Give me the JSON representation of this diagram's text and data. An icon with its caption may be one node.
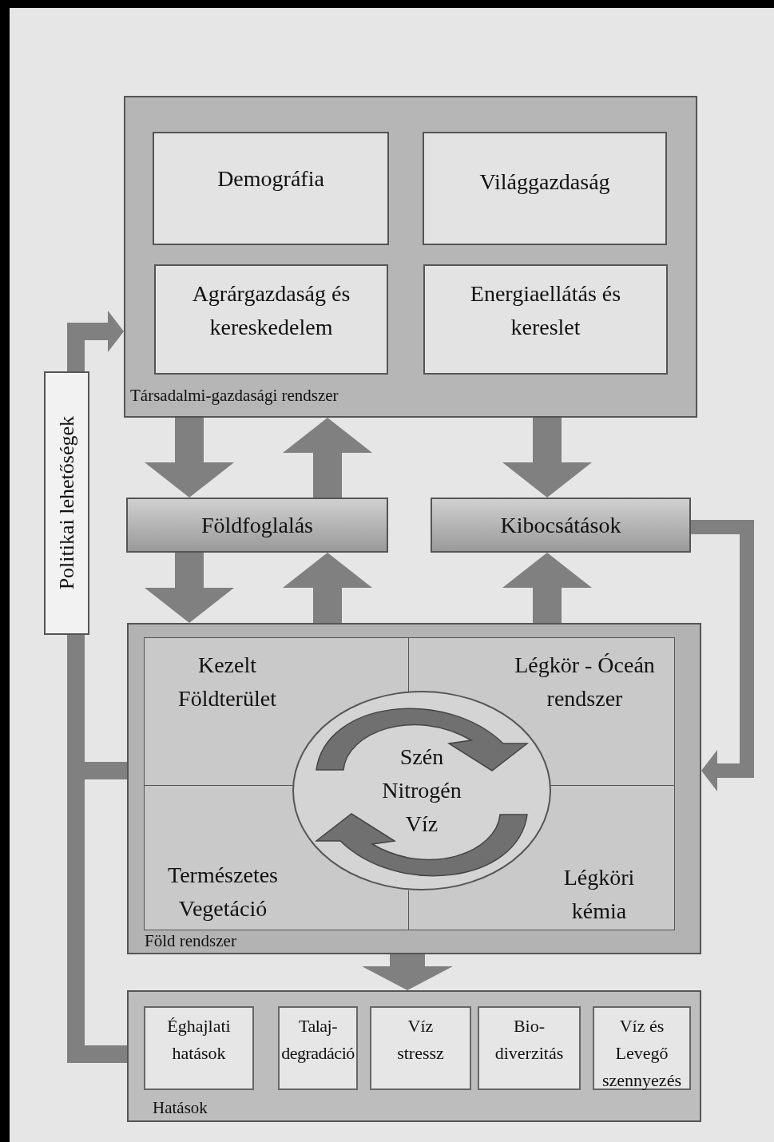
{
  "diagram": {
    "nodes": [
      {
        "text": [
          "Társadalmi-gazdasági rendszer"
        ]
      },
      {
        "text": [
          "Demográfia"
        ],
        "in": 0
      },
      {
        "text": [
          "Világgazdaság"
        ],
        "in": 0
      },
      {
        "text": [
          "Agrárgazdaság és kereskedelem"
        ],
        "in": 0
      },
      {
        "text": [
          "Energiaellátás és kereslet"
        ],
        "in": 0
      },
      {
        "text": [
          "Földfoglalás"
        ]
      },
      {
        "text": [
          "Kibocsátások"
        ]
      },
      {
        "text": [
          "Föld rendszer"
        ]
      },
      {
        "text": [
          "Kezelt Földterület"
        ],
        "in": 7
      },
      {
        "text": [
          "Légkör - Óceán rendszer"
        ],
        "in": 7
      },
      {
        "text": [
          "Természetes Vegetáció"
        ],
        "in": 7
      },
      {
        "text": [
          "Légköri kémia"
        ],
        "in": 7
      },
      {
        "text": [
          "Szén Nitrogén Víz"
        ],
        "in": 7
      },
      {
        "text": [
          "Hatások"
        ]
      },
      {
        "text": [
          "Éghajlati hatások"
        ],
        "in": 13
      },
      {
        "text": [
          "Talaj-degradáció"
        ],
        "in": 13
      },
      {
        "text": [
          "Víz stressz"
        ],
        "in": 13
      },
      {
        "text": [
          "Bio-diverzitás"
        ],
        "in": 13
      },
      {
        "text": [
          "Víz és Levegő szennyezés"
        ],
        "in": 13
      },
      {
        "text": [
          "Politikai lehetőségek"
        ]
      }
    ],
    "edges": [
      {
        "from": 0,
        "to": 5,
        "arrow": "to"
      },
      {
        "from": 5,
        "to": 0,
        "arrow": "to"
      },
      {
        "from": 5,
        "to": 7,
        "arrow": "to"
      },
      {
        "from": 7,
        "to": 5,
        "arrow": "to"
      },
      {
        "from": 0,
        "to": 6,
        "arrow": "to"
      },
      {
        "from": 7,
        "to": 6,
        "arrow": "to"
      },
      {
        "from": 6,
        "to": 7,
        "arrow": "to"
      },
      {
        "from": 7,
        "to": 13,
        "arrow": "to"
      },
      {
        "from": 7,
        "to": 19,
        "arrow": "none"
      },
      {
        "from": 13,
        "to": 19,
        "arrow": "none"
      },
      {
        "from": 19,
        "to": 0,
        "arrow": "to"
      }
    ]
  }
}
